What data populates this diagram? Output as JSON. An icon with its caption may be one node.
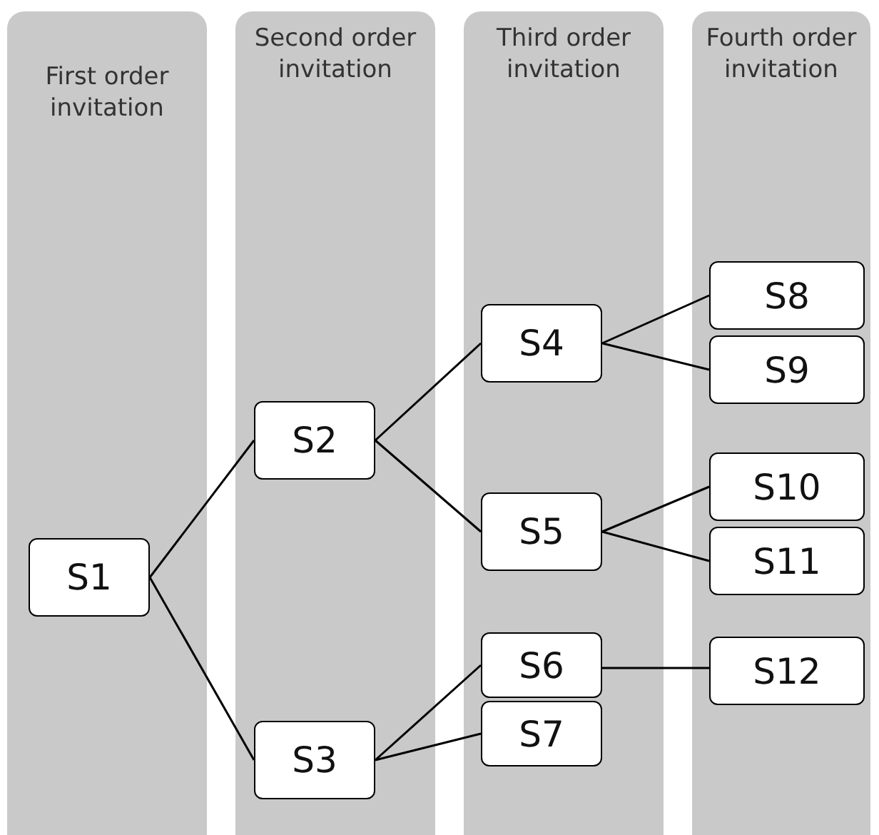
{
  "diagram": {
    "nodes": [
      {
        "text": [
          "First order invitation"
        ]
      },
      {
        "text": [
          "S1"
        ],
        "in": 0
      },
      {
        "text": [
          "Second order invitation"
        ]
      },
      {
        "text": [
          "S2"
        ],
        "in": 2
      },
      {
        "text": [
          "S3"
        ],
        "in": 2
      },
      {
        "text": [
          "Third order invitation"
        ]
      },
      {
        "text": [
          "S4"
        ],
        "in": 5
      },
      {
        "text": [
          "S5"
        ],
        "in": 5
      },
      {
        "text": [
          "S6"
        ],
        "in": 5
      },
      {
        "text": [
          "S7"
        ],
        "in": 5
      },
      {
        "text": [
          "Fourth order invitation"
        ]
      },
      {
        "text": [
          "S8"
        ],
        "in": 10
      },
      {
        "text": [
          "S9"
        ],
        "in": 10
      },
      {
        "text": [
          "S10"
        ],
        "in": 10
      },
      {
        "text": [
          "S11"
        ],
        "in": 10
      },
      {
        "text": [
          "S12"
        ],
        "in": 10
      }
    ],
    "edges": [
      {
        "from": 1,
        "to": 3,
        "arrow": "none"
      },
      {
        "from": 1,
        "to": 4,
        "arrow": "none"
      },
      {
        "from": 3,
        "to": 6,
        "arrow": "none"
      },
      {
        "from": 3,
        "to": 7,
        "arrow": "none"
      },
      {
        "from": 4,
        "to": 8,
        "arrow": "none"
      },
      {
        "from": 4,
        "to": 9,
        "arrow": "none"
      },
      {
        "from": 6,
        "to": 11,
        "arrow": "none"
      },
      {
        "from": 6,
        "to": 12,
        "arrow": "none"
      },
      {
        "from": 7,
        "to": 13,
        "arrow": "none"
      },
      {
        "from": 7,
        "to": 14,
        "arrow": "none"
      },
      {
        "from": 8,
        "to": 15,
        "arrow": "none"
      }
    ]
  }
}
